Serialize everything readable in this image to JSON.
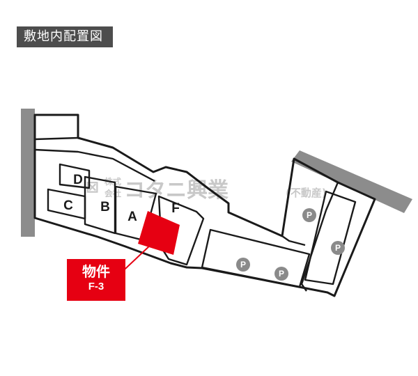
{
  "title": "敷地内配置図",
  "watermark": {
    "main": "コタニ興業",
    "kk_top": "株式",
    "kk_bottom": "会社",
    "sub": "(不動産)"
  },
  "buildings": [
    "D",
    "C",
    "B",
    "A",
    "F"
  ],
  "parking": [
    "P",
    "P",
    "P",
    "P"
  ],
  "property": {
    "label": "物件",
    "unit": "F-3"
  },
  "colors": {
    "highlight": "#e60012",
    "road": "#8c8c8c",
    "title_bg": "#4d4d4d"
  }
}
